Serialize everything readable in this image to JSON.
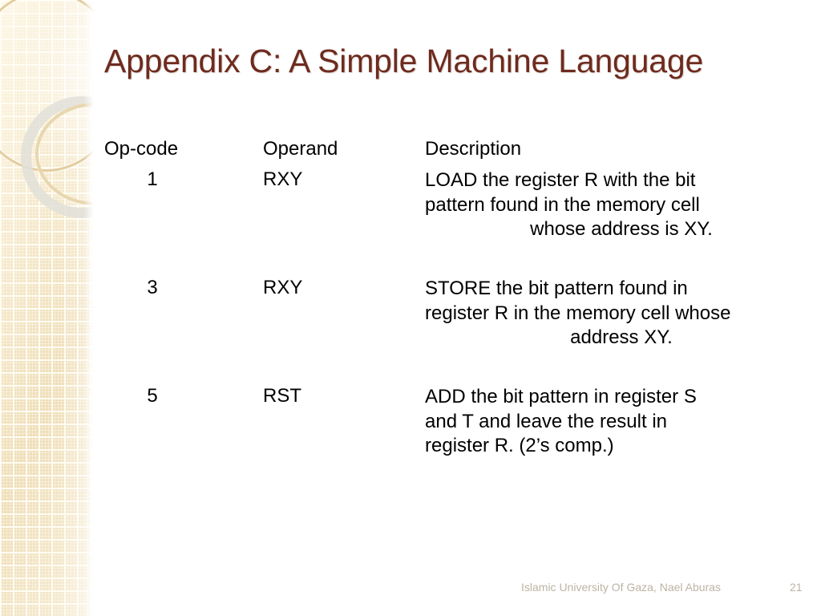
{
  "slide": {
    "title": "Appendix C: A Simple Machine Language",
    "title_color": "#6e2b1e",
    "background_color": "#ffffff",
    "band_color": "#f2e4c4"
  },
  "table": {
    "headers": {
      "opcode": "Op-code",
      "operand": "Operand",
      "description": "Description"
    },
    "rows": [
      {
        "opcode": "1",
        "operand": "RXY",
        "description_lines": [
          "LOAD the register R with the bit",
          "pattern found in the memory cell",
          "whose  address is XY."
        ],
        "description_full": "LOAD the register R with the bit pattern found in the memory cell whose address is XY."
      },
      {
        "opcode": "3",
        "operand": "RXY",
        "description_lines": [
          "STORE the bit pattern found in",
          "register R in the memory cell whose",
          "address XY."
        ],
        "description_full": "STORE the bit pattern found in register R in the memory cell whose address XY."
      },
      {
        "opcode": "5",
        "operand": "RST",
        "description_lines": [
          "ADD the bit pattern in register S",
          "and T  and leave the result in",
          "register R. (2’s comp.)"
        ],
        "description_full": "ADD the bit pattern in register S and T and leave the result in register R. (2’s comp.)"
      }
    ]
  },
  "footer": {
    "credit": "Islamic University Of Gaza, Nael Aburas",
    "page_number": "21",
    "color": "#bcb4a4"
  }
}
